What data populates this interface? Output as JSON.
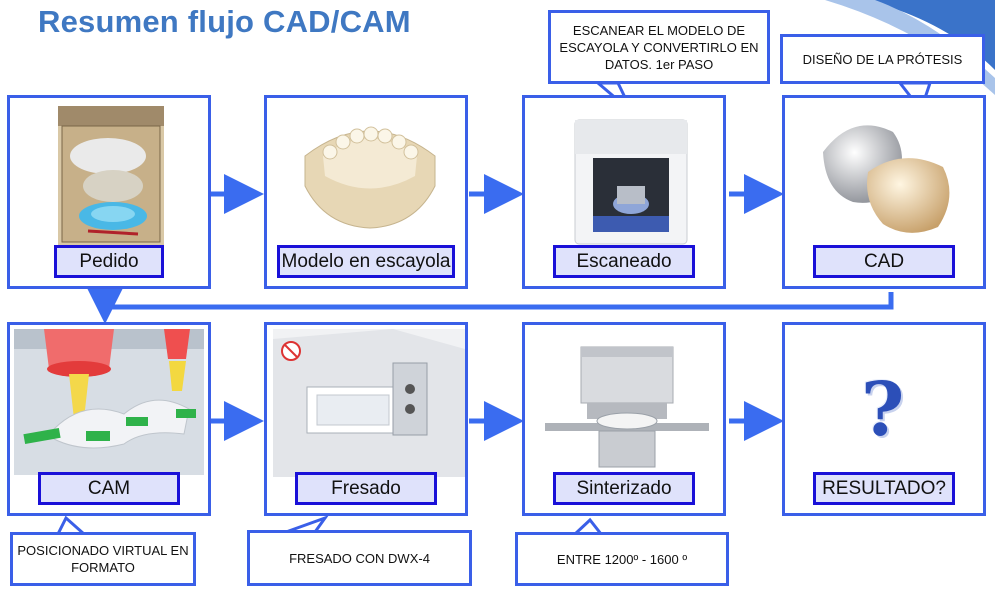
{
  "title": "Resumen flujo CAD/CAM",
  "steps": [
    {
      "label": "Pedido"
    },
    {
      "label": "Modelo en escayola"
    },
    {
      "label": "Escaneado"
    },
    {
      "label": "CAD"
    },
    {
      "label": "CAM"
    },
    {
      "label": "Fresado"
    },
    {
      "label": "Sinterizado"
    },
    {
      "label": "RESULTADO?"
    }
  ],
  "callouts": {
    "scan": "ESCANEAR EL MODELO DE ESCAYOLA Y CONVERTIRLO EN DATOS. 1er PASO",
    "cad": "DISEÑO DE LA PRÓTESIS",
    "cam": "POSICIONADO VIRTUAL EN FORMATO",
    "mill": "FRESADO CON DWX-4",
    "sinter": "ENTRE 1200º - 1600 º"
  },
  "result_symbol": "?",
  "colors": {
    "title": "#3f78c2",
    "frame": "#3a5fe8",
    "label_border": "#1a10d8",
    "label_fill": "#dfe2fb",
    "arrow": "#3a6cf0"
  }
}
